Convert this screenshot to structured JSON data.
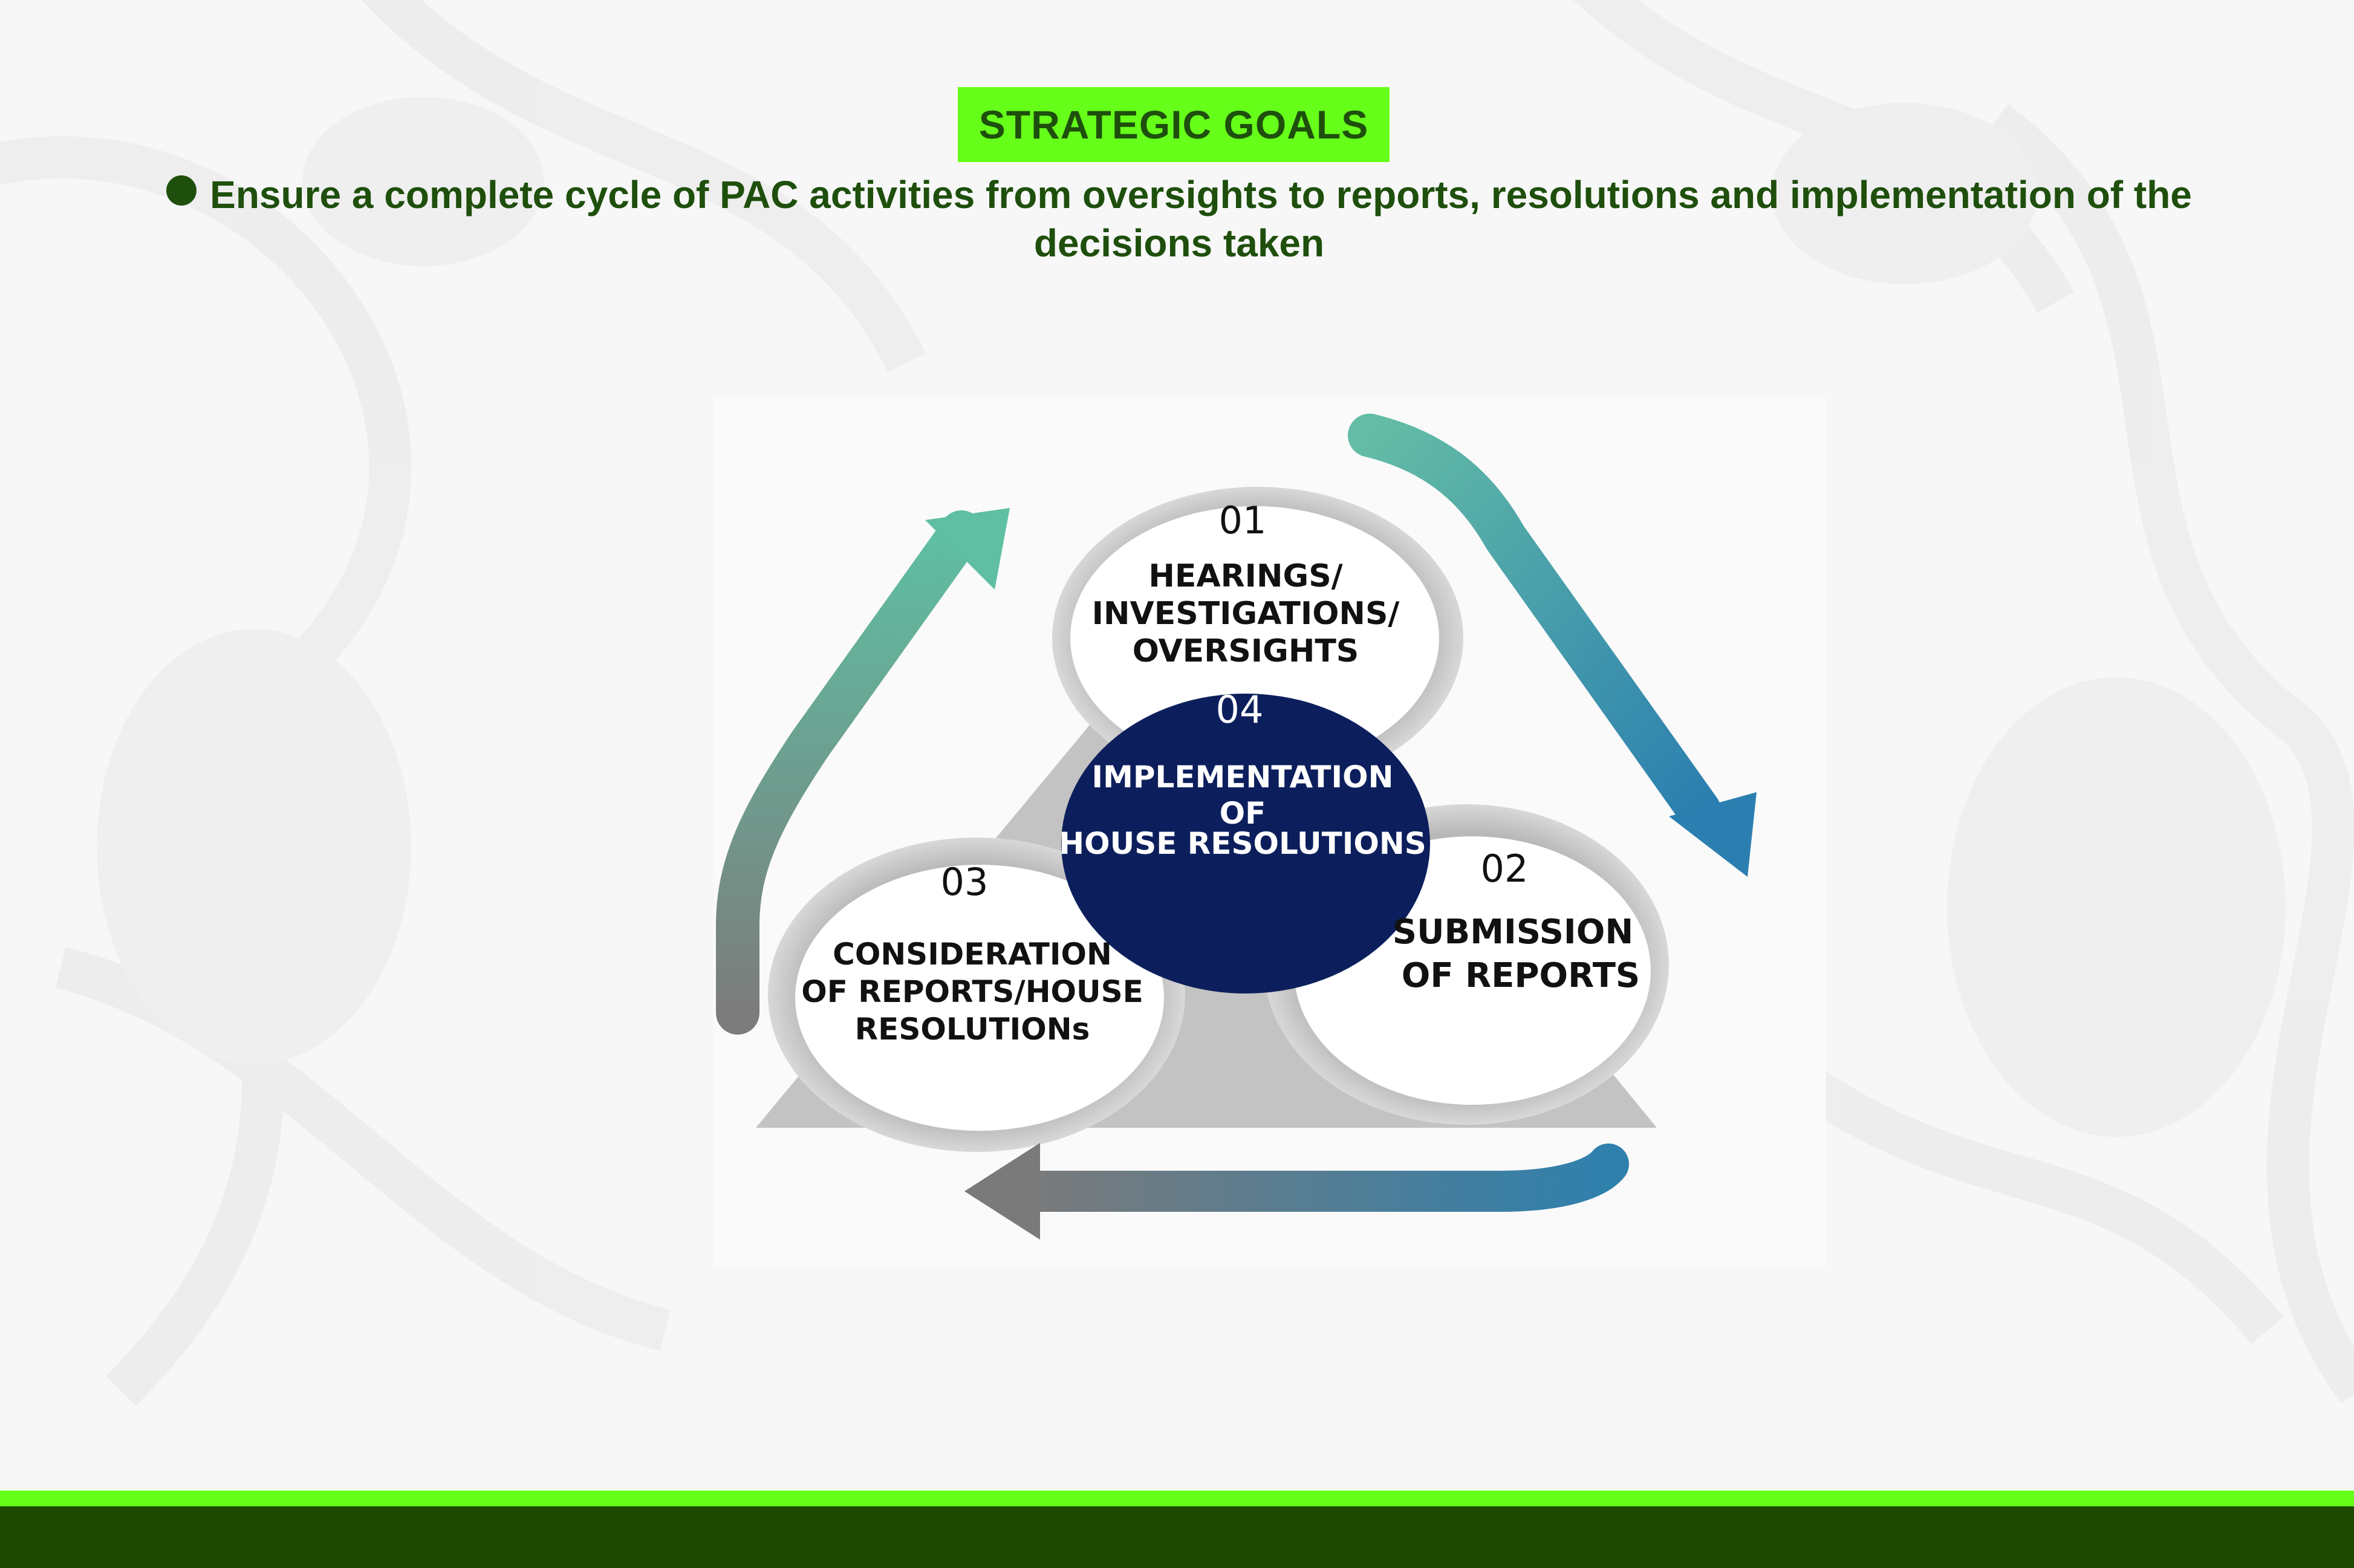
{
  "header": {
    "title": "STRATEGIC GOALS",
    "goal_text": "Ensure a complete cycle of PAC activities from oversights to reports, resolutions and implementation of the decisions taken"
  },
  "diagram": {
    "center": {
      "number": "04",
      "lines": [
        "IMPLEMENTATION",
        "OF",
        "HOUSE RESOLUTIONS"
      ]
    },
    "steps": [
      {
        "number": "01",
        "lines": [
          "HEARINGS/",
          "INVESTIGATIONS/",
          "OVERSIGHTS"
        ]
      },
      {
        "number": "02",
        "lines": [
          "SUBMISSION",
          "OF REPORTS"
        ]
      },
      {
        "number": "03",
        "lines": [
          "CONSIDERATION",
          "OF REPORTS/HOUSE",
          "RESOLUTIONs"
        ]
      }
    ]
  },
  "colors": {
    "title_bg": "#66ff1a",
    "text_dark_green": "#1e4f0c",
    "footer_dark": "#1e4a00",
    "center_circle": "#0c1f5c",
    "arrow_teal": "#5fbfa2",
    "arrow_blue": "#2b7fb0",
    "arrow_gray": "#7a7a7a",
    "triangle_gray": "#c3c3c3"
  }
}
